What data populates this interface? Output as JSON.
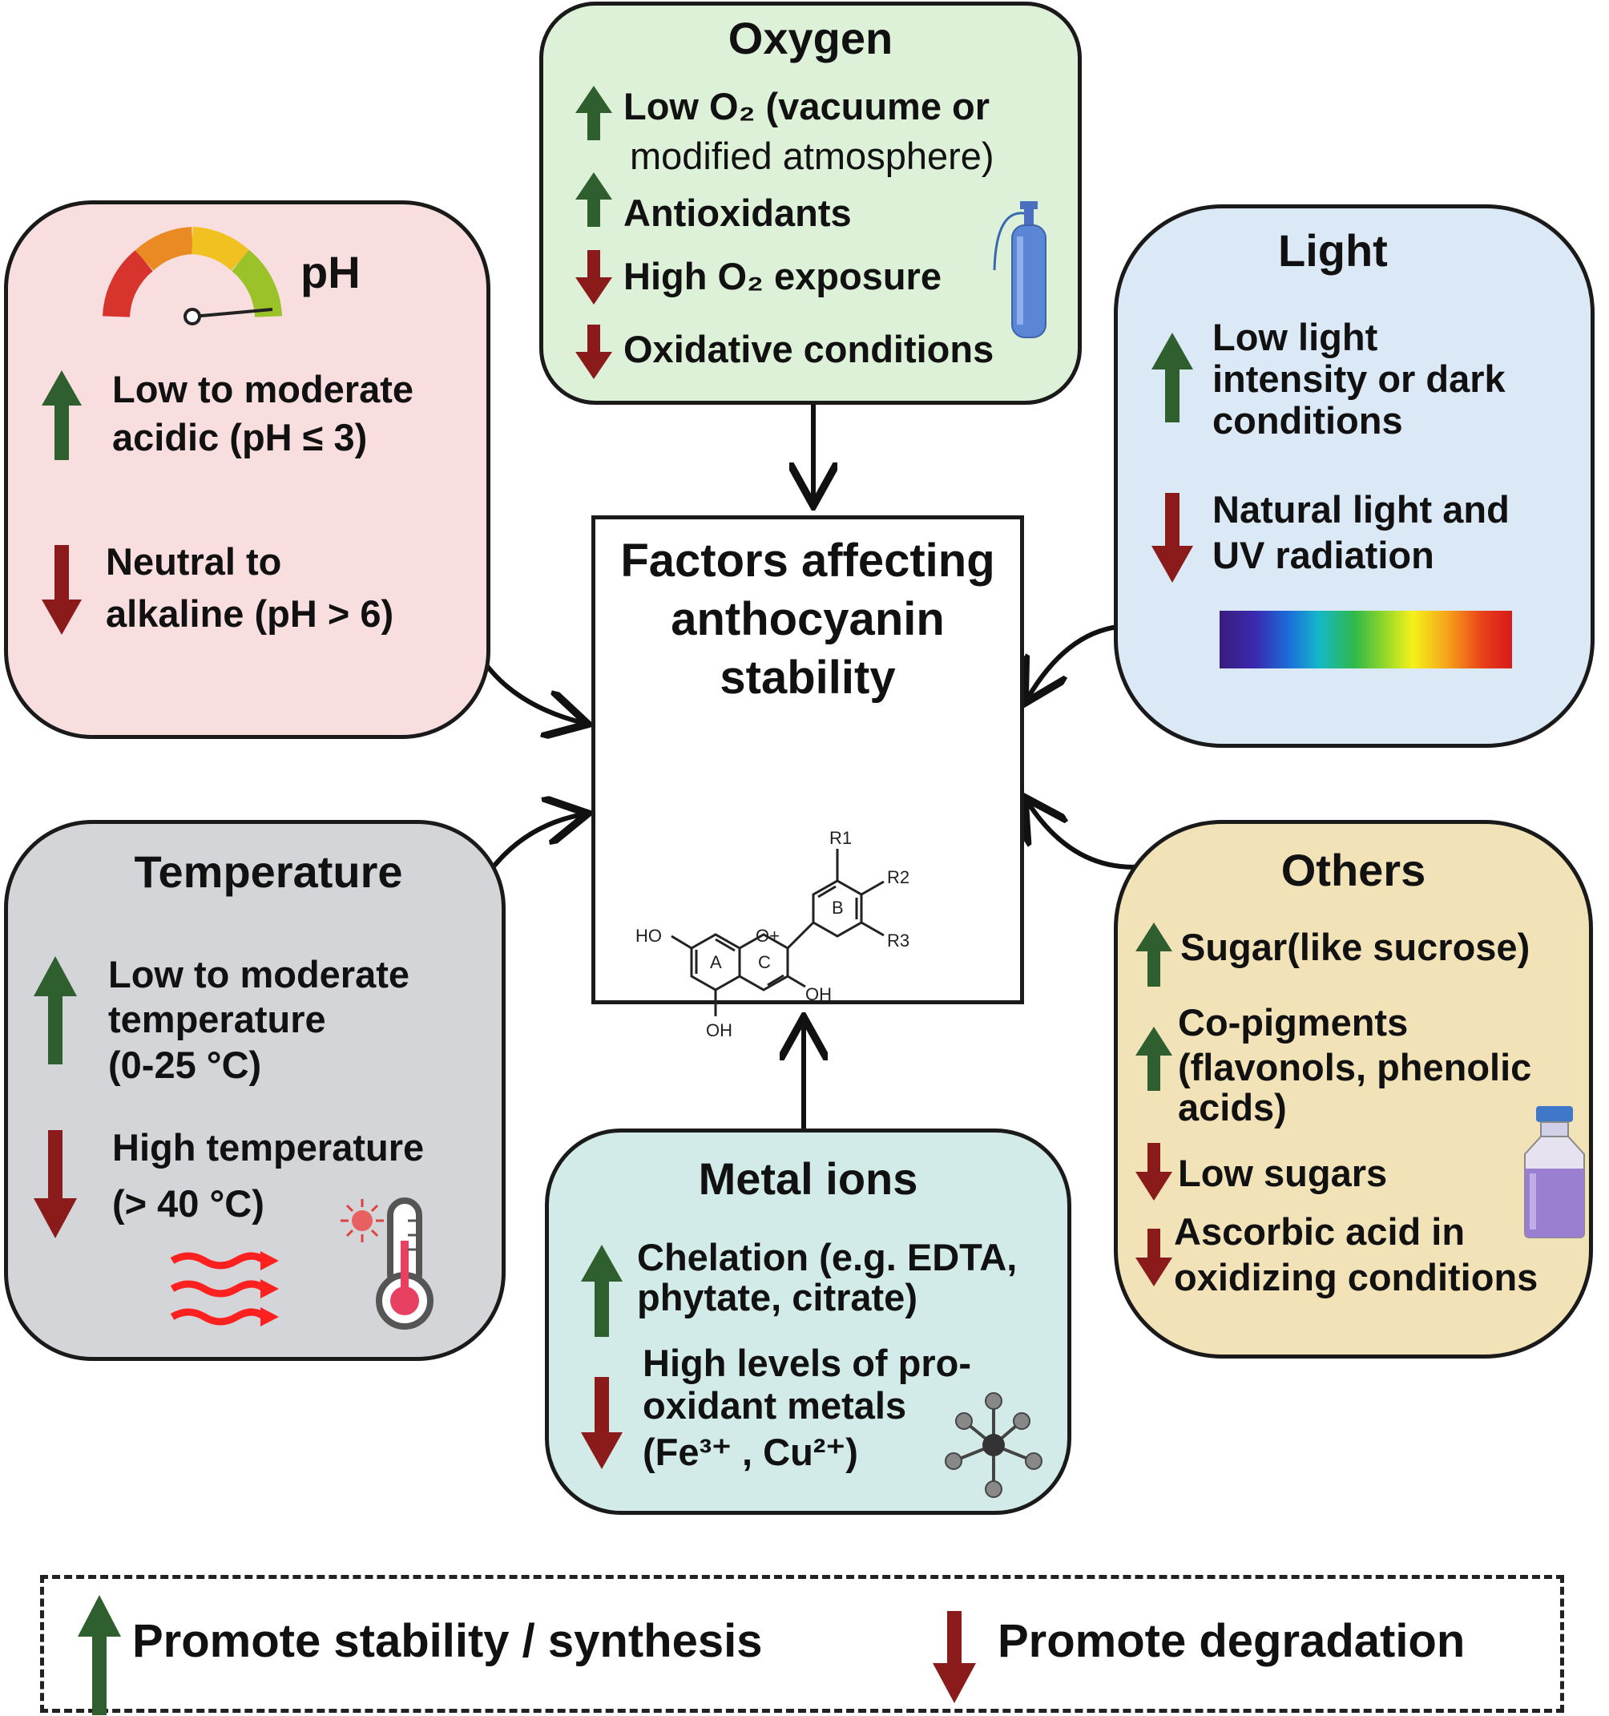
{
  "center": {
    "title_lines": [
      "Factors affecting",
      "anthocyanin",
      "stability"
    ],
    "structure_labels": [
      "R1",
      "R2",
      "R3",
      "B",
      "A",
      "C",
      "HO",
      "OH",
      "OH",
      "O+"
    ]
  },
  "oxygen": {
    "title": "Oxygen",
    "items": [
      {
        "dir": "up",
        "text": "Low O₂ (vacuume or"
      },
      {
        "dir": "",
        "text": "modified atmosphere)"
      },
      {
        "dir": "up",
        "text": "Antioxidants"
      },
      {
        "dir": "down",
        "text": "High O₂ exposure"
      },
      {
        "dir": "down",
        "text": "Oxidative conditions"
      }
    ],
    "icon": "oxygen-cylinder-icon"
  },
  "ph": {
    "title": "pH",
    "items": [
      {
        "dir": "up",
        "lines": [
          "Low to moderate",
          "acidic (pH ≤ 3)"
        ]
      },
      {
        "dir": "down",
        "lines": [
          "Neutral to",
          "alkaline (pH > 6)"
        ]
      }
    ],
    "icon": "gauge-icon"
  },
  "light": {
    "title": "Light",
    "items": [
      {
        "dir": "up",
        "lines": [
          "Low light",
          "intensity or dark",
          "conditions"
        ]
      },
      {
        "dir": "down",
        "lines": [
          "Natural light and",
          "UV radiation"
        ]
      }
    ],
    "icon": "spectrum-bar-icon"
  },
  "temperature": {
    "title": "Temperature",
    "items": [
      {
        "dir": "up",
        "lines": [
          "Low to moderate",
          "temperature",
          "(0-25 °C)"
        ]
      },
      {
        "dir": "down",
        "lines": [
          "High  temperature",
          "(> 40 °C)"
        ]
      }
    ],
    "icons": [
      "heat-waves-icon",
      "sun-icon",
      "thermometer-icon"
    ]
  },
  "metal": {
    "title": "Metal ions",
    "items": [
      {
        "dir": "up",
        "lines": [
          "Chelation (e.g. EDTA,",
          "phytate, citrate)"
        ]
      },
      {
        "dir": "down",
        "lines": [
          "High levels of pro-",
          "oxidant metals",
          "(Fe³⁺ , Cu²⁺)"
        ]
      }
    ],
    "icon": "metal-complex-icon"
  },
  "others": {
    "title": "Others",
    "items": [
      {
        "dir": "up",
        "lines": [
          "Sugar(like sucrose)"
        ]
      },
      {
        "dir": "up",
        "lines": [
          "Co-pigments",
          "(flavonols, phenolic",
          "acids)"
        ]
      },
      {
        "dir": "down",
        "lines": [
          "Low sugars"
        ]
      },
      {
        "dir": "down",
        "lines": [
          "Ascorbic acid in",
          "oxidizing conditions"
        ]
      }
    ],
    "icon": "bottle-icon"
  },
  "legend": {
    "promote": "Promote stability / synthesis",
    "degrade": "Promote degradation"
  },
  "colors": {
    "up_arrow": "#2f5f2f",
    "down_arrow": "#8b1a1a",
    "ph_bg": "#f8dede",
    "oxygen_bg": "#ddf0d8",
    "light_bg": "#dbe9f6",
    "temperature_bg": "#d3d5d8",
    "metal_bg": "#d3ebe8",
    "others_bg": "#f2e2b8"
  }
}
